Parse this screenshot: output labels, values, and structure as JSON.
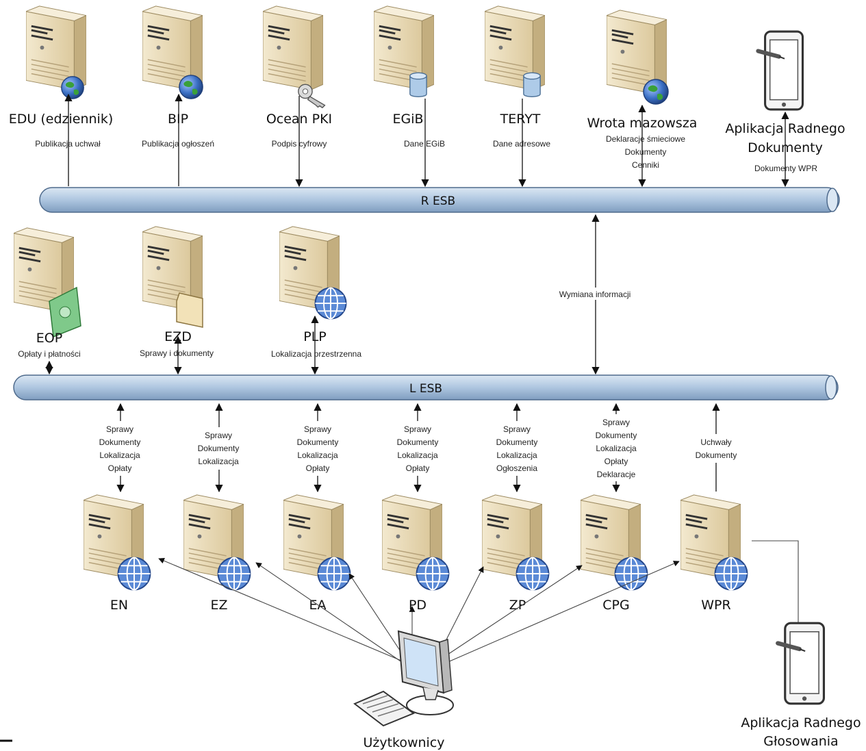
{
  "colors": {
    "bus_fill": "#b8cde3",
    "bus_stroke": "#5a7391",
    "server_front": "#e9dcbc",
    "server_side": "#cbb88e",
    "server_top": "#f5ecd6",
    "globe": "#3a6fc4",
    "globe_land": "#3aa03a"
  },
  "buses": {
    "r_esb": "R ESB",
    "l_esb": "L ESB"
  },
  "top_services": [
    {
      "id": "edu",
      "name": "EDU (edziennik)",
      "flow": [
        "Publikacja uchwał"
      ],
      "badge": "globe-icon"
    },
    {
      "id": "bip",
      "name": "BIP",
      "flow": [
        "Publikacja ogłoszeń"
      ],
      "badge": "globe-icon"
    },
    {
      "id": "ocean",
      "name": "Ocean PKI",
      "flow": [
        "Podpis cyfrowy"
      ],
      "badge": "key-icon"
    },
    {
      "id": "egib",
      "name": "EGiB",
      "flow": [
        "Dane EGiB"
      ],
      "badge": "database-icon"
    },
    {
      "id": "teryt",
      "name": "TERYT",
      "flow": [
        "Dane adresowe"
      ],
      "badge": "database-icon"
    },
    {
      "id": "wrota",
      "name": "Wrota mazowsza",
      "flow": [
        "Deklaracje śmieciowe",
        "Dokumenty",
        "Cenniki"
      ],
      "badge": "globe-icon"
    },
    {
      "id": "ard",
      "name": "Aplikacja Radnego",
      "name2": "Dokumenty",
      "flow": [
        "Dokumenty WPR"
      ],
      "badge": "tablet-icon"
    }
  ],
  "middle_services": [
    {
      "id": "eop",
      "name": "EOP",
      "flow": [
        "Opłaty i płatności"
      ],
      "badge": "money-icon"
    },
    {
      "id": "ezd",
      "name": "EZD",
      "flow": [
        "Sprawy i dokumenty"
      ],
      "badge": "document-icon"
    },
    {
      "id": "plp",
      "name": "PLP",
      "flow": [
        "Lokalizacja przestrzenna"
      ],
      "badge": "globe-icon"
    }
  ],
  "exchange_label": "Wymiana informacji",
  "bottom_services": [
    {
      "id": "en",
      "name": "EN",
      "flow": [
        "Sprawy",
        "Dokumenty",
        "Lokalizacja",
        "Opłaty"
      ]
    },
    {
      "id": "ez",
      "name": "EZ",
      "flow": [
        "Sprawy",
        "Dokumenty",
        "Lokalizacja"
      ]
    },
    {
      "id": "ea",
      "name": "EA",
      "flow": [
        "Sprawy",
        "Dokumenty",
        "Lokalizacja",
        "Opłaty"
      ]
    },
    {
      "id": "pd",
      "name": "PD",
      "flow": [
        "Sprawy",
        "Dokumenty",
        "Lokalizacja",
        "Opłaty"
      ]
    },
    {
      "id": "zp",
      "name": "ZP",
      "flow": [
        "Sprawy",
        "Dokumenty",
        "Lokalizacja",
        "Ogłoszenia"
      ]
    },
    {
      "id": "cpg",
      "name": "CPG",
      "flow": [
        "Sprawy",
        "Dokumenty",
        "Lokalizacja",
        "Opłaty",
        "Deklaracje"
      ]
    },
    {
      "id": "wpr",
      "name": "WPR",
      "flow": [
        "Uchwały",
        "Dokumenty"
      ]
    }
  ],
  "users_label": "Użytkownicy",
  "voting_app": {
    "line1": "Aplikacja Radnego",
    "line2": "Głosowania"
  }
}
